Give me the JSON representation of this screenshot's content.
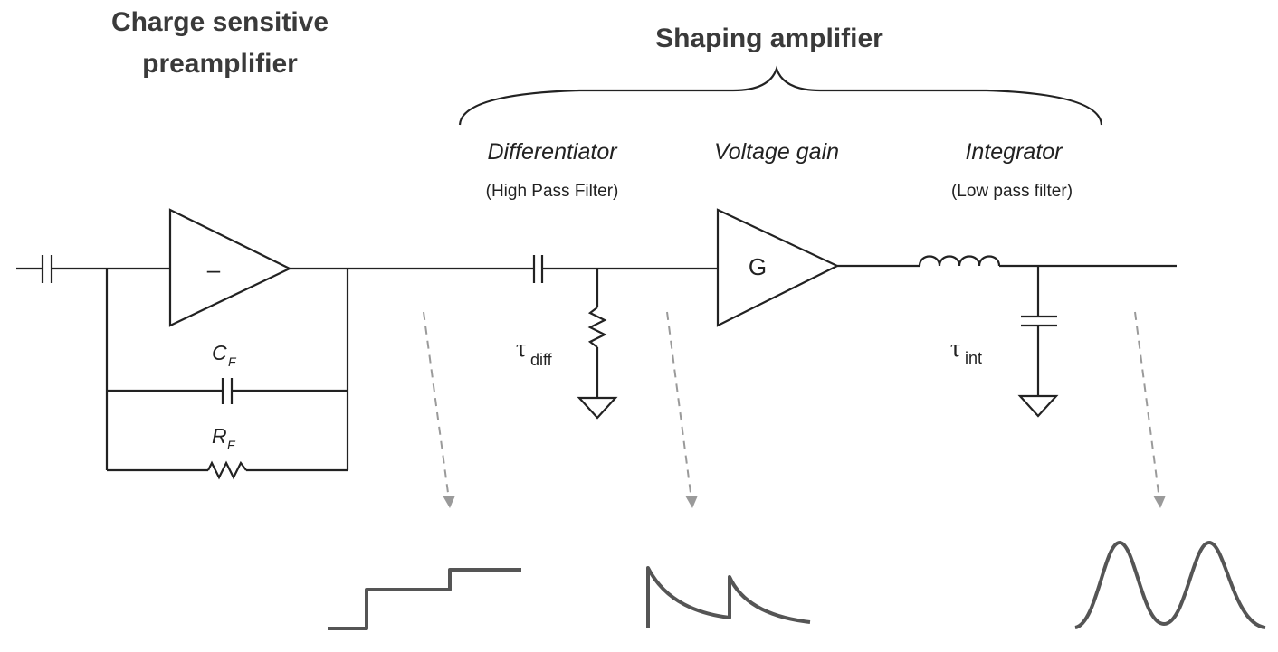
{
  "titles": {
    "preamp_line1": "Charge sensitive",
    "preamp_line2": "preamplifier",
    "shaping": "Shaping amplifier"
  },
  "sections": {
    "differentiator": "Differentiator",
    "differentiator_sub": "(High Pass Filter)",
    "voltage_gain": "Voltage gain",
    "integrator": "Integrator",
    "integrator_sub": "(Low pass filter)"
  },
  "components": {
    "opamp_sign": "–",
    "gain_symbol": "G",
    "cf_main": "C",
    "cf_sub": "F",
    "rf_main": "R",
    "rf_sub": "F",
    "tau": "τ",
    "tau_diff_sub": "diff",
    "tau_int_sub": "int"
  }
}
